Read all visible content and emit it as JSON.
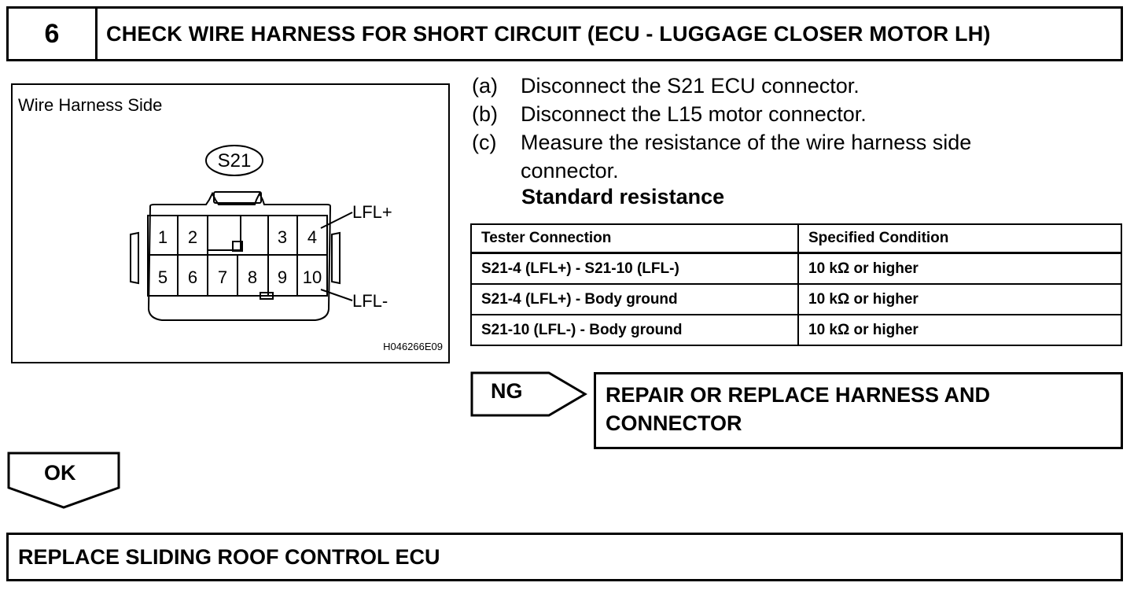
{
  "step": {
    "number": "6",
    "title": "CHECK WIRE HARNESS FOR SHORT CIRCUIT (ECU - LUGGAGE CLOSER MOTOR LH)"
  },
  "diagram": {
    "caption": "Wire Harness Side",
    "connector_label": "S21",
    "pins": [
      "1",
      "2",
      "3",
      "4",
      "5",
      "6",
      "7",
      "8",
      "9",
      "10"
    ],
    "callout_top": "LFL+",
    "callout_bottom": "LFL-",
    "figure_code": "H046266E09"
  },
  "instructions": [
    {
      "label": "(a)",
      "text": "Disconnect the S21 ECU connector."
    },
    {
      "label": "(b)",
      "text": "Disconnect the L15 motor connector."
    },
    {
      "label": "(c)",
      "text": "Measure the resistance of the wire harness side"
    },
    {
      "label": "",
      "text": "connector."
    }
  ],
  "standard_heading": "Standard resistance",
  "table": {
    "headers": [
      "Tester Connection",
      "Specified Condition"
    ],
    "rows": [
      [
        "S21-4 (LFL+) - S21-10 (LFL-)",
        "10 kΩ or higher"
      ],
      [
        "S21-4 (LFL+) - Body ground",
        "10 kΩ or higher"
      ],
      [
        "S21-10 (LFL-) - Body ground",
        "10 kΩ or higher"
      ]
    ]
  },
  "ng": {
    "label": "NG",
    "result": "REPAIR OR REPLACE HARNESS AND\nCONNECTOR"
  },
  "ok": {
    "label": "OK",
    "result": "REPLACE SLIDING ROOF CONTROL ECU"
  }
}
